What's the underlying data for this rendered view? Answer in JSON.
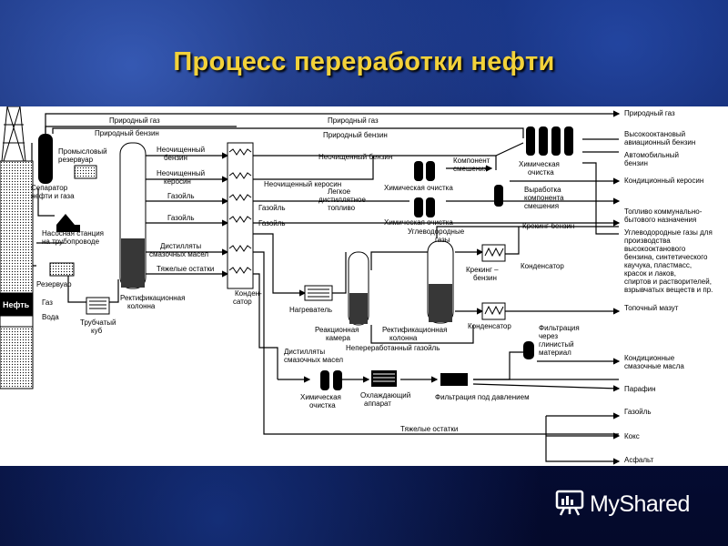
{
  "title": "Процесс переработки нефти",
  "labels": {
    "well_oil": "Нефть",
    "well_gas": "Газ",
    "well_water": "Вода",
    "separator": [
      "Сепаратор",
      "нефти и газа"
    ],
    "field_tank": [
      "Промысловый",
      "резервуар"
    ],
    "pump_station": [
      "Насосная станция",
      "на трубопроводе"
    ],
    "reservoir": "Резервуар",
    "tube_furnace": [
      "Трубчатый",
      "куб"
    ],
    "rect_column": [
      "Ректификационная",
      "колонна"
    ],
    "condenser": [
      "Конден-",
      "сатор"
    ],
    "heater": "Нагреватель",
    "reaction_chamber": [
      "Реакционная",
      "камера"
    ],
    "rect_column2": [
      "Ректификационная",
      "колонна"
    ],
    "hydrocarbon_gases": [
      "Углеводородные",
      "газы"
    ],
    "condenser2": "Конденсатор",
    "condenser3": "Конденсатор",
    "cracking_gasoline": [
      "Крекинг –",
      "бензин"
    ],
    "blend_component": [
      "Компонент",
      "смешения"
    ],
    "chem_cleaning_top": [
      "Химическая",
      "очистка"
    ],
    "blend_production": [
      "Выработка",
      "компонента",
      "смешения"
    ],
    "cracking_benzin_line": "Крекинг-бензин",
    "chem_cleaning1": "Химическая очистка",
    "chem_cleaning2": "Химическая очистка",
    "light_distillate": [
      "Легкое",
      "дистиллятное",
      "топливо"
    ],
    "unrefined_kerosene_line": "Неочищенный керосин",
    "unrefined_gasoline_line": "Неочищенный бензин",
    "natural_gas_line": "Природный газ",
    "natural_gasoline_line": "Природный бензин",
    "natural_gas_top": "Природный газ",
    "natural_gasoline_top": "Природный бензин",
    "col_unrefined_gasoline": [
      "Неочищенный",
      "бензин"
    ],
    "col_unrefined_kerosene": [
      "Неочищенный",
      "керосин"
    ],
    "col_gasoil": "Газойль",
    "col_gasoil2": "Газойль",
    "col_distillates": [
      "Дистилляты",
      "смазочных масел"
    ],
    "col_heavy": "Тяжелые остатки",
    "gasoil_mid1": "Газойль",
    "gasoil_mid2": "Газойль",
    "unprocessed_gasoil": "Непереработанный газойль",
    "lube_distillates": [
      "Дистилляты",
      "смазочных масел"
    ],
    "chem_cleaning3": [
      "Химическая",
      "очистка"
    ],
    "cooling_apparatus": [
      "Охлаждающий",
      "аппарат"
    ],
    "pressure_filtration": "Фильтрация под давлением",
    "clay_filtration": [
      "Фильтрация",
      "через",
      "глинистый",
      "материал"
    ],
    "heavy_residue_bottom": "Тяжелые остатки"
  },
  "outputs": {
    "o1": "Природный газ",
    "o2": [
      "Высокооктановый",
      "авиационный бензин"
    ],
    "o3": [
      "Автомобильный",
      "бензин"
    ],
    "o4": "Кондиционный керосин",
    "o5": [
      "Топливо коммунально-",
      "бытового назначения"
    ],
    "o6": [
      "Углеводородные газы для",
      "производства",
      "высокооктанового",
      "бензина, синтетического",
      "каучука, пластмасс,",
      "красок и лаков,",
      "спиртов и растворителей,",
      "взрывчатых веществ и пр."
    ],
    "o7": "Топочный мазут",
    "o8": [
      "Кондиционные",
      "смазочные масла"
    ],
    "o9": "Парафин",
    "o10": "Газойль",
    "o11": "Кокс",
    "o12": "Асфальт"
  },
  "watermark": "MyShared"
}
